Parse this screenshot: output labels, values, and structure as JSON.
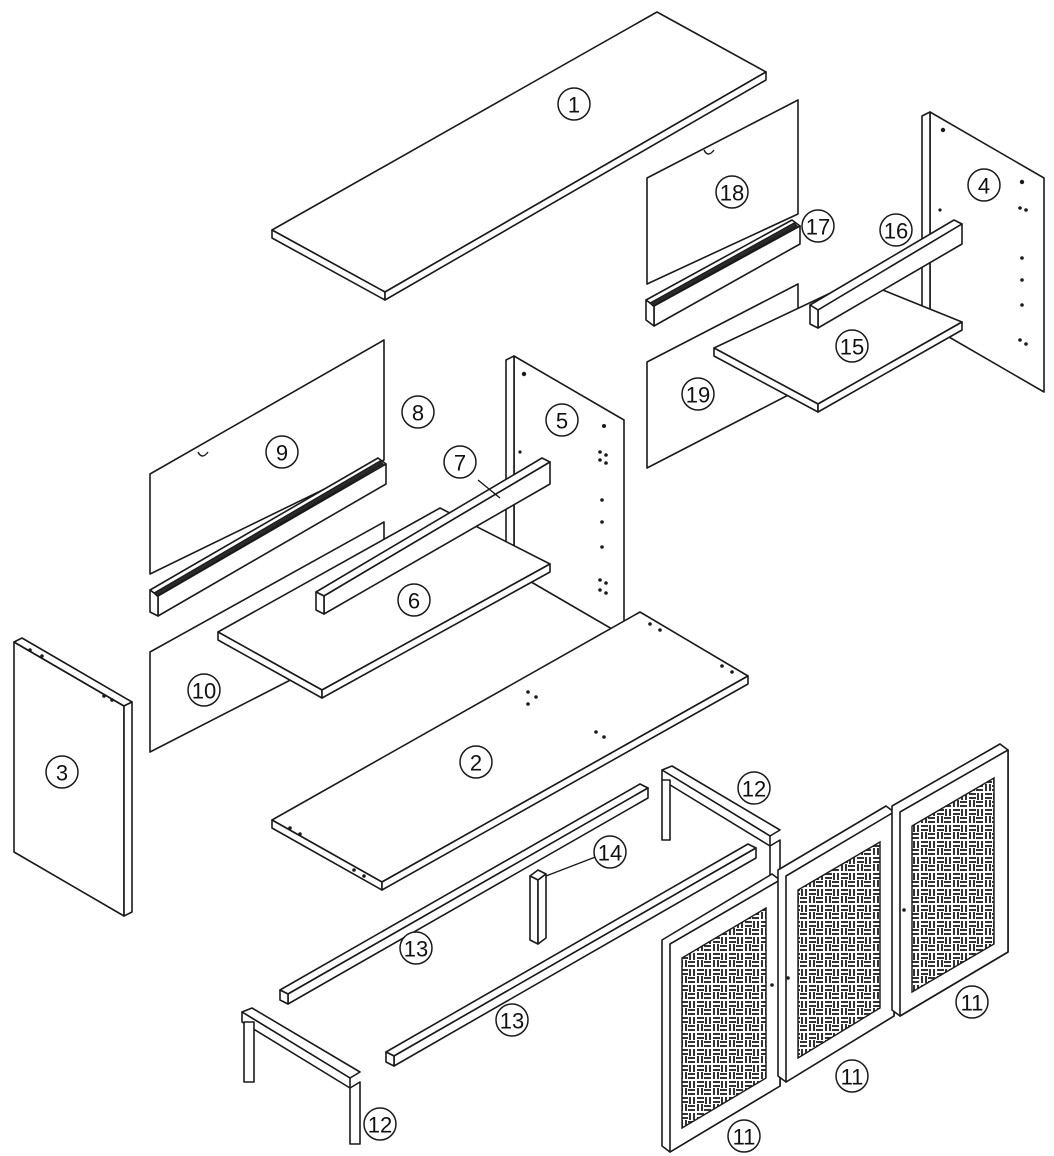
{
  "diagram": {
    "background": "#ffffff",
    "line_color": "#1a1a1a",
    "labels": {
      "p1": "1",
      "p2": "2",
      "p3": "3",
      "p4": "4",
      "p5": "5",
      "p6": "6",
      "p7": "7",
      "p8": "8",
      "p9": "9",
      "p10": "10",
      "p11a": "11",
      "p11b": "11",
      "p11c": "11",
      "p12a": "12",
      "p12b": "12",
      "p13a": "13",
      "p13b": "13",
      "p14": "14",
      "p15": "15",
      "p16": "16",
      "p17": "17",
      "p18": "18",
      "p19": "19"
    }
  }
}
